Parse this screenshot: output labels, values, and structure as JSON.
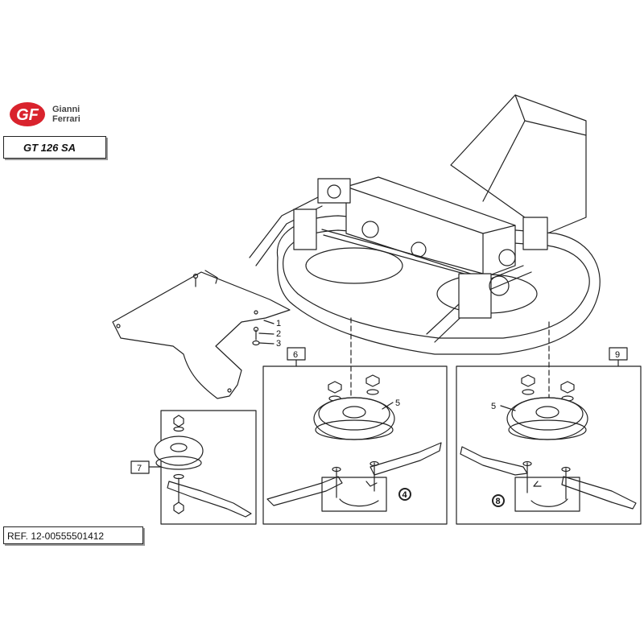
{
  "brand": {
    "logo_letters": "GF",
    "name_line1": "Gianni",
    "name_line2": "Ferrari",
    "logo_color": "#d9232d"
  },
  "model": {
    "label": "GT 126 SA"
  },
  "reference": {
    "label": "REF. 12-00555501412"
  },
  "part_labels": [
    "1",
    "2",
    "3",
    "5",
    "5"
  ],
  "detail_boxes": [
    {
      "label": "6"
    },
    {
      "label": "9"
    },
    {
      "label": "7"
    }
  ],
  "circled_labels": [
    "4",
    "8"
  ],
  "colors": {
    "line": "#222222",
    "background": "#ffffff"
  }
}
